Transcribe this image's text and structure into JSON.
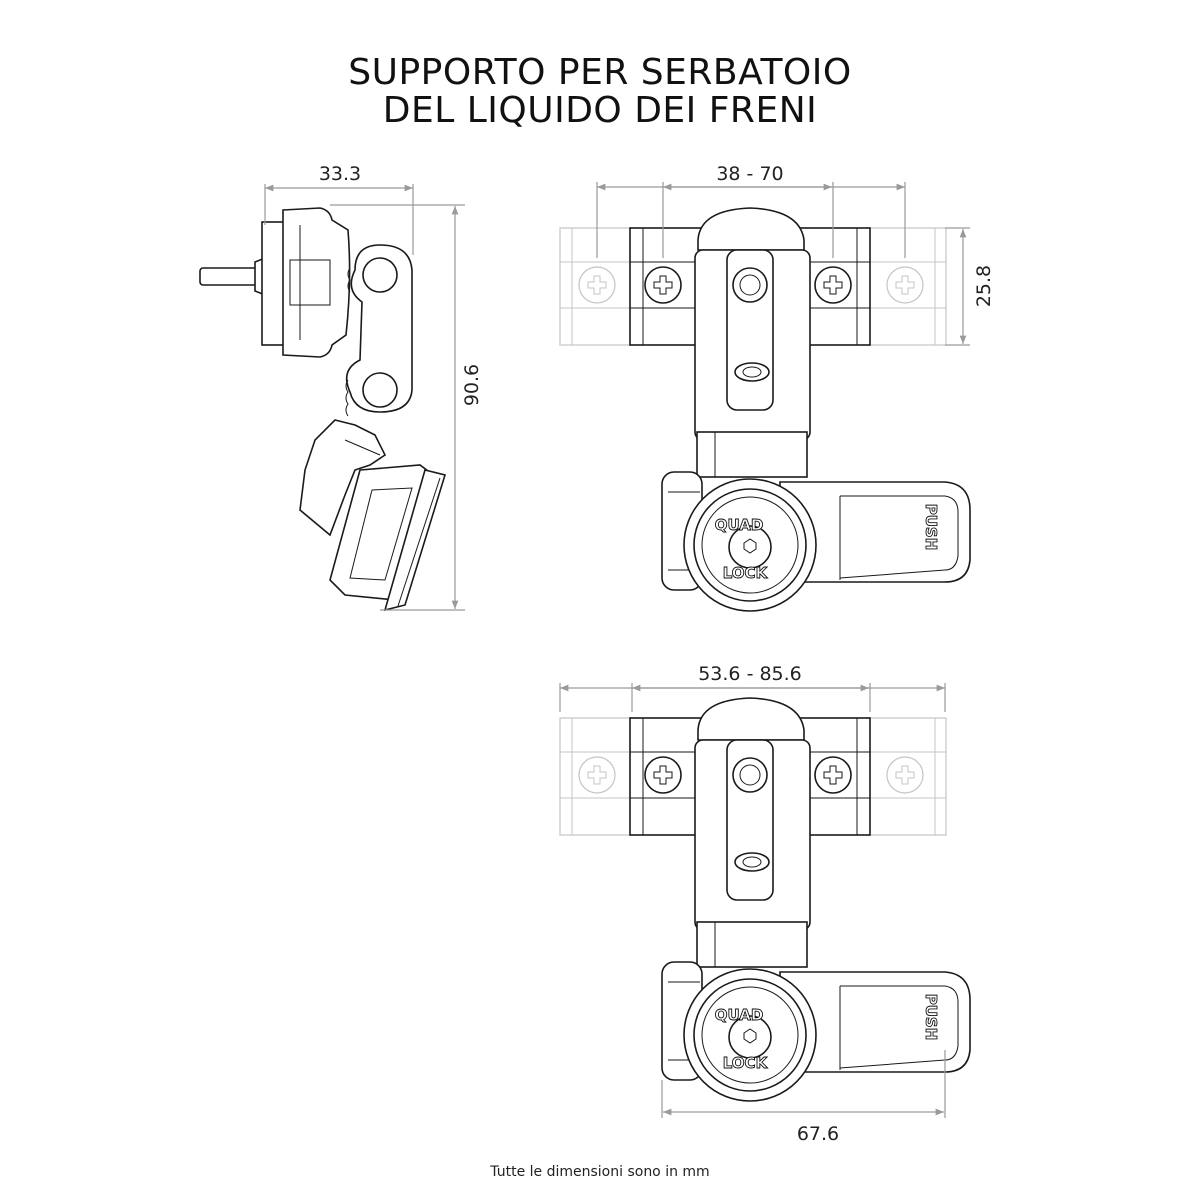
{
  "title": {
    "line1": "SUPPORTO PER SERBATOIO",
    "line2": "DEL LIQUIDO DEI FRENI"
  },
  "side_view": {
    "width_dim": "33.3",
    "height_dim": "90.6"
  },
  "top_view_1": {
    "span_dim": "38 - 70",
    "height_dim": "25.8",
    "brand_top": "QUAD",
    "brand_bottom": "LOCK",
    "lever_label": "PUSH"
  },
  "top_view_2": {
    "span_dim": "53.6 - 85.6",
    "width_dim": "67.6",
    "brand_top": "QUAD",
    "brand_bottom": "LOCK",
    "lever_label": "PUSH"
  },
  "footnote": "Tutte le dimensioni sono in mm"
}
